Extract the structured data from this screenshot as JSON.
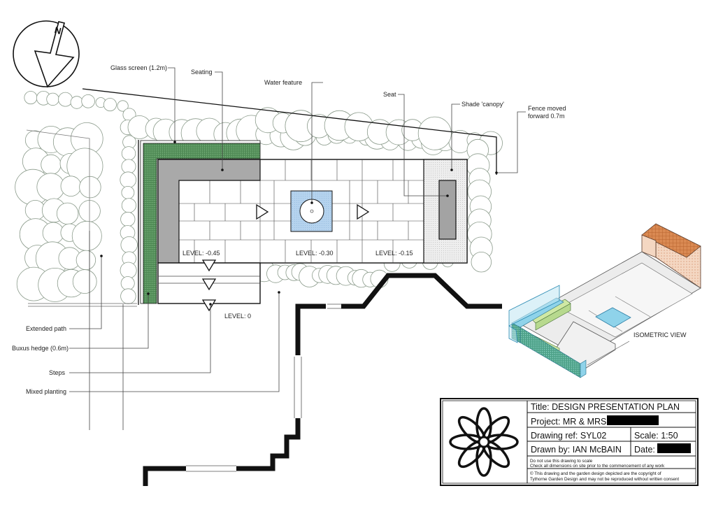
{
  "compass": {
    "icon": "north-arrow-icon",
    "letter": "N"
  },
  "labels": {
    "glass_screen": "Glass screen (1.2m)",
    "seating": "Seating",
    "water_feature": "Water feature",
    "seat": "Seat",
    "shade_canopy": "Shade 'canopy'",
    "fence_line1": "Fence moved",
    "fence_line2": "forward 0.7m",
    "extended_path": "Extended path",
    "buxus_hedge": "Buxus hedge (0.6m)",
    "steps": "Steps",
    "mixed_planting": "Mixed planting",
    "isometric_view": "ISOMETRIC VIEW"
  },
  "levels": {
    "l1": "LEVEL: -0.45",
    "l2": "LEVEL: -0.30",
    "l3": "LEVEL: -0.15",
    "l4": "LEVEL: 0"
  },
  "title_block": {
    "logo_icon": "flower-logo-icon",
    "title": "Title: DESIGN PRESENTATION PLAN",
    "project": "Project: MR & MRS",
    "drawing_ref": "Drawing ref: SYL02",
    "scale": "Scale: 1:50",
    "drawn_by": "Drawn by: IAN McBAIN",
    "date": "Date:",
    "note1": "Do not use this drawing to scale",
    "note2": "Check all dimensions on site prior to the commencement of any work",
    "copyright1": "© This drawing and the garden design depicted are the copyright of",
    "copyright2": "Tythorne Garden Design and may not be reproduced without written consent"
  },
  "colors": {
    "hedge": "#5e9b62",
    "seating": "#a9a9a9",
    "water": "#aecdeb",
    "canopy": "#e8e8e8",
    "iso_terracotta": "#d98952",
    "iso_glass": "#8fd3ea",
    "iso_green": "#cfe8a4",
    "plant_stroke": "#8a9a8a"
  }
}
